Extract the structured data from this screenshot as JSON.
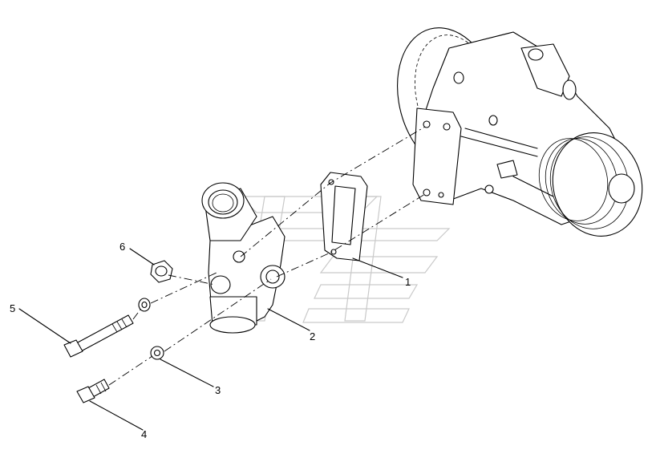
{
  "callouts": [
    {
      "id": "1",
      "label": "1"
    },
    {
      "id": "2",
      "label": "2"
    },
    {
      "id": "3",
      "label": "3"
    },
    {
      "id": "4",
      "label": "4"
    },
    {
      "id": "5",
      "label": "5"
    },
    {
      "id": "6",
      "label": "6"
    }
  ],
  "parts": [
    "gasket",
    "thermostat-housing",
    "washer",
    "short-bolt",
    "long-bolt",
    "plug",
    "water-pump"
  ]
}
